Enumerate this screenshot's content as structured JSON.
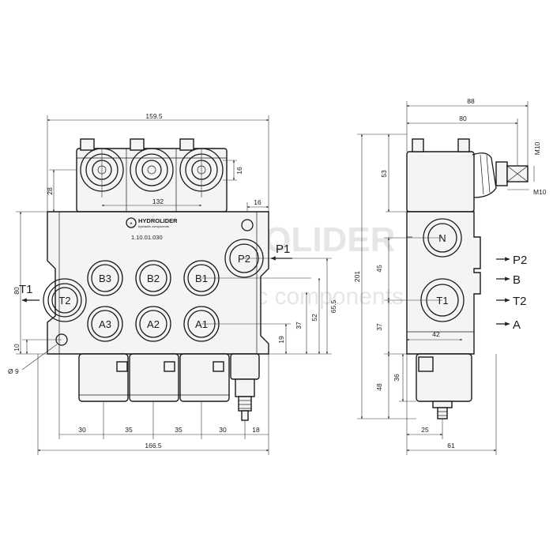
{
  "drawing": {
    "brand": "HYDROLIDER",
    "brand_sub": "hydraulic components",
    "part_number": "1.10.01.030",
    "watermark": {
      "main": "HYDROLIDER",
      "sub": "hydraulic components"
    },
    "front_view": {
      "dims": {
        "overall_top": "159.5",
        "overall_bottom": "166.5",
        "spacing_mid": "132",
        "height_left": "80",
        "top_28": "28",
        "cap_16": "16",
        "corner_16": "16",
        "v_19": "19",
        "v_37": "37",
        "v_52": "52",
        "v_65_5": "65.5",
        "v_10": "10",
        "hole": "Ø 9",
        "b30a": "30",
        "b35a": "35",
        "b35b": "35",
        "b30b": "30",
        "b18": "18"
      },
      "ports": {
        "a1": "A1",
        "a2": "A2",
        "a3": "A3",
        "b1": "B1",
        "b2": "B2",
        "b3": "B3",
        "p2": "P2",
        "t2": "T2"
      },
      "flow_labels": {
        "p1": "P1",
        "t1": "T1"
      }
    },
    "side_view": {
      "dims": {
        "d88": "88",
        "d80": "80",
        "m10a": "M10",
        "m10b": "M10",
        "d53": "53",
        "d201": "201",
        "d45": "45",
        "d37": "37",
        "d42": "42",
        "d48": "48",
        "d36": "36",
        "d25": "25",
        "d61": "61"
      },
      "ports": {
        "n": "N",
        "t1": "T1"
      },
      "flow_labels": {
        "p2": "P2",
        "b": "B",
        "t2": "T2",
        "a": "A"
      }
    }
  }
}
